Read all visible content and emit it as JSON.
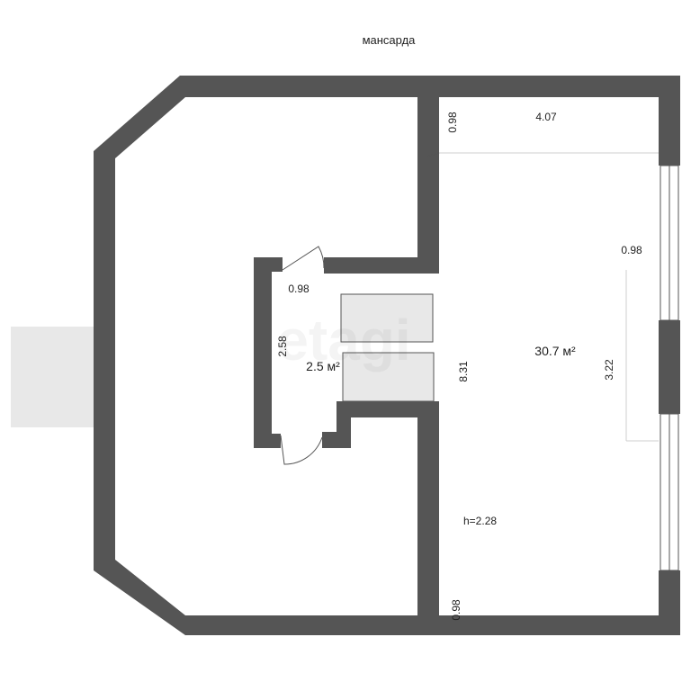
{
  "title": "мансарда",
  "rooms": [
    {
      "name": "main-room",
      "area": "30.7 м²"
    },
    {
      "name": "vestibule",
      "area": "2.5 м²"
    }
  ],
  "dimensions": {
    "top_wall_height": "0.98",
    "top_width": "4.07",
    "window_sill": "0.98",
    "window_width": "3.22",
    "room_length": "8.31",
    "bottom_wall_height": "0.98",
    "vestibule_door": "0.98",
    "vestibule_length": "2.58"
  },
  "ceiling_height": "h=2.28",
  "watermark": "etagi",
  "colors": {
    "wall": "#555555",
    "fixture_fill": "#e8e8e8",
    "fixture_stroke": "#555555",
    "background": "#ffffff",
    "text": "#222222"
  }
}
